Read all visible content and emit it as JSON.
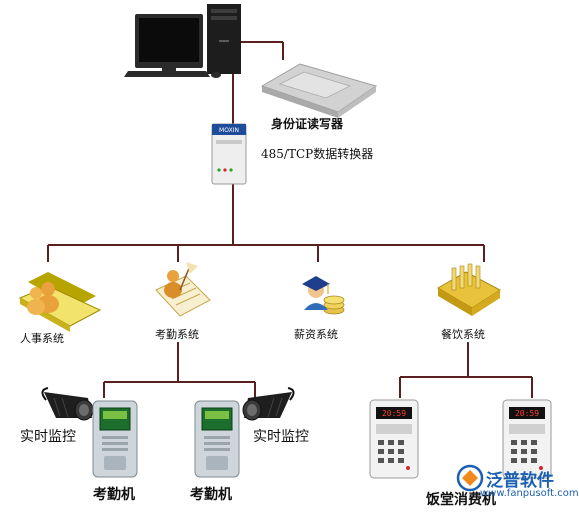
{
  "title": "",
  "nodes": {
    "id_reader": "身份证读写器",
    "converter": "485/TCP数据转换器",
    "hr_system": "人事系统",
    "attendance_system": "考勤系统",
    "salary_system": "薪资系统",
    "catering_system": "餐饮系统",
    "monitor_left": "实时监控",
    "monitor_right": "实时监控",
    "attendance_machine_left": "考勤机",
    "attendance_machine_right": "考勤机",
    "canteen_pos": "饭堂消费机"
  },
  "device_screen_text": {
    "converter_brand": "MOXIN",
    "pos_left_display": "20:59",
    "pos_right_display": "20:59"
  },
  "watermark": {
    "brand": "泛普软件",
    "url": "www.fanpusoft.com"
  },
  "colors": {
    "connector": "#5a1f1f",
    "wire": "#222222"
  }
}
